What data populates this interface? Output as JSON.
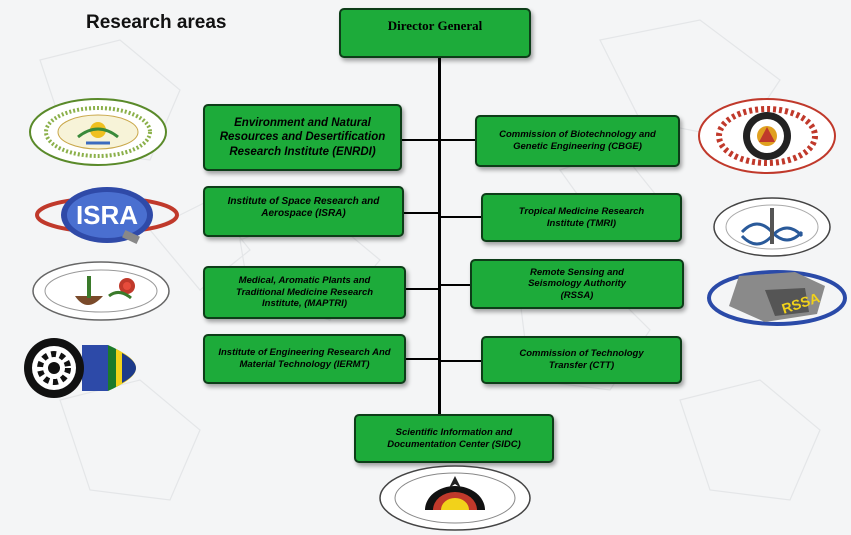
{
  "title": "Research areas",
  "director": "Director General",
  "left_units": [
    {
      "name": "Environment   and Natural Resources and Desertification Research Institute (ENRDI)"
    },
    {
      "name": "Institute of Space Research  and Aerospace (ISRA)"
    },
    {
      "name": "Medical, Aromatic Plants and Traditional Medicine Research Institute, (MAPTRI)"
    },
    {
      "name": "Institute of Engineering Research And Material Technology (IERMT)"
    }
  ],
  "right_units": [
    {
      "name": "Commission of Biotechnology and Genetic Engineering (CBGE)"
    },
    {
      "name": "Tropical Medicine Research Institute (TMRI)"
    },
    {
      "name": "Remote Sensing and Seismology Authority (RSSA)"
    },
    {
      "name": "Commission of  Technology Transfer (CTT)"
    }
  ],
  "bottom_unit": "Scientific Information and Documentation Center (SIDC)",
  "logos": {
    "isra": "ISRA",
    "rssa": "RSSA"
  },
  "colors": {
    "box_fill": "#1dab3a",
    "box_border": "#0d3d18",
    "connector": "#000000"
  }
}
